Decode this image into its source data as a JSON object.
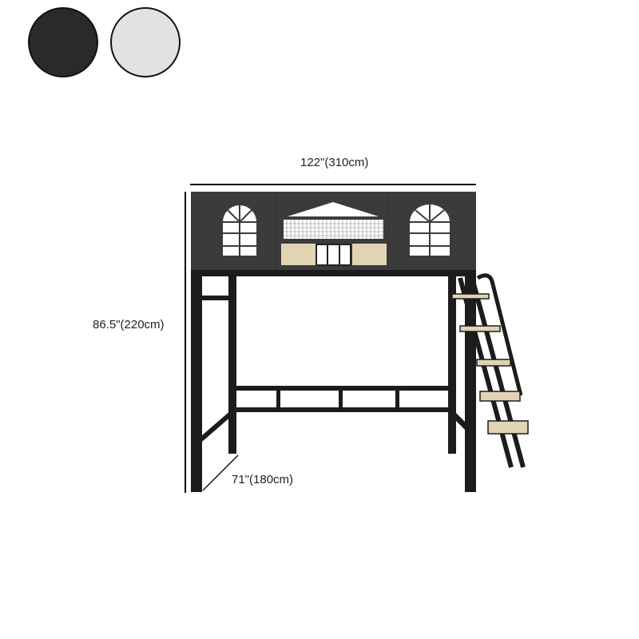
{
  "color_options": [
    {
      "name": "Black",
      "hex": "#2a2a2a"
    },
    {
      "name": "White",
      "hex": "#e2e2e2"
    }
  ],
  "dimensions": {
    "width": "122\"(310cm)",
    "height": "86.5\"(220cm)",
    "depth": "71\"(180cm)"
  },
  "colors": {
    "frame": "#1c1c1c",
    "panel": "#3b3b3b",
    "wood": "#e2d3b4"
  }
}
